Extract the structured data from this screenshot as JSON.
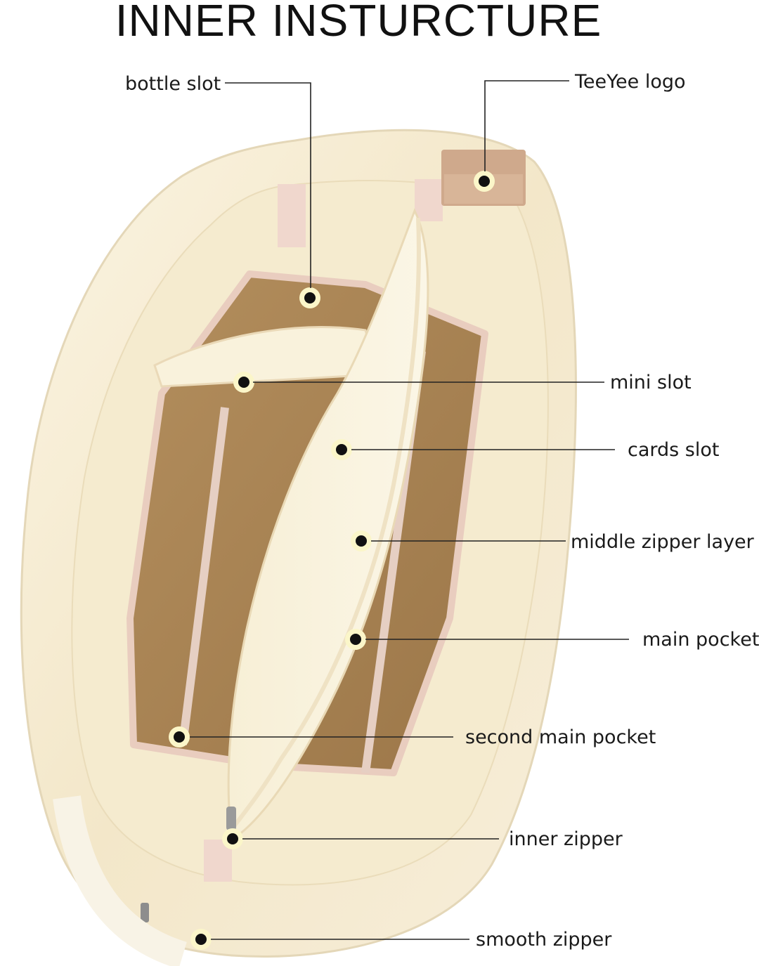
{
  "title": "INNER INSTURCTURE",
  "labels": {
    "bottle_slot": "bottle slot",
    "teeyee_logo": "TeeYee logo",
    "mini_slot": "mini slot",
    "cards_slot": "cards slot",
    "middle_zipper_layer": "middle zipper layer",
    "main_pocket": "main pocket",
    "second_main_pocket": "second main pocket",
    "inner_zipper": "inner zipper",
    "smooth_zipper": "smooth zipper"
  },
  "colors": {
    "canvas": "#f6ecd2",
    "felt": "#a98454",
    "trim": "#e8cfc3",
    "logo_tab": "#cfa98c"
  }
}
